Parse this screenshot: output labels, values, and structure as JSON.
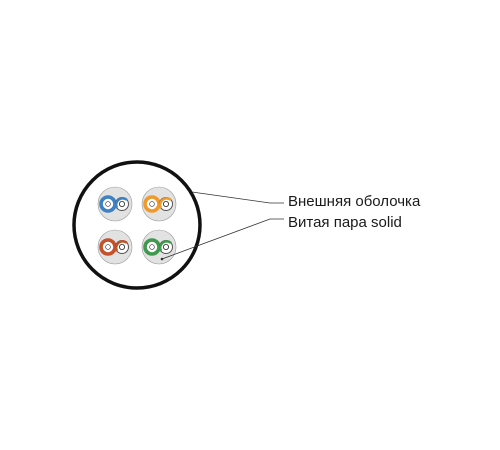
{
  "labels": {
    "outer_jacket": "Внешняя оболочка",
    "twisted_pair": "Витая пара solid"
  },
  "pairs": [
    {
      "id": "blue",
      "color": "#3f82c4"
    },
    {
      "id": "orange",
      "color": "#ef9a2b"
    },
    {
      "id": "brown",
      "color": "#c4532b"
    },
    {
      "id": "green",
      "color": "#3f9a4d"
    }
  ],
  "colors": {
    "jacket_outline": "#111111",
    "pair_background": "#e2e2e2",
    "leader_line": "#333333"
  }
}
